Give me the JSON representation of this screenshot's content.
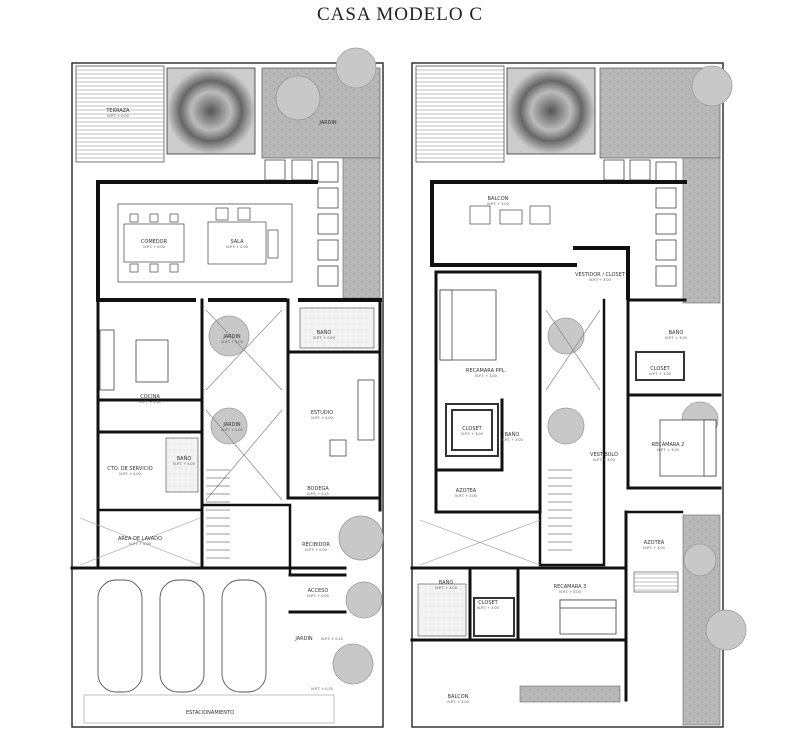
{
  "title": "CASA MODELO C",
  "ground_floor": {
    "rooms": [
      {
        "id": "terraza",
        "name": "TERRAZA",
        "level": "N.P.T. + 0.00"
      },
      {
        "id": "jardin-top",
        "name": "JARDIN",
        "level": ""
      },
      {
        "id": "comedor",
        "name": "COMEDOR",
        "level": "N.P.T. + 0.00"
      },
      {
        "id": "sala",
        "name": "SALA",
        "level": "N.P.T. + 0.00"
      },
      {
        "id": "jardin-1",
        "name": "JARDIN",
        "level": "N.P.T. + 0.00"
      },
      {
        "id": "bano",
        "name": "BAÑO",
        "level": "N.P.T. + 0.00"
      },
      {
        "id": "cocina",
        "name": "COCINA",
        "level": "N.P.T. + 0.00"
      },
      {
        "id": "estudio",
        "name": "ESTUDIO",
        "level": "N.P.T. + 0.00"
      },
      {
        "id": "jardin-2",
        "name": "JARDIN",
        "level": "N.P.T. + 0.00"
      },
      {
        "id": "cto-servicio",
        "name": "CTO. DE SERVICIO",
        "level": "N.P.T. + 0.00"
      },
      {
        "id": "bano-serv",
        "name": "BAÑO",
        "level": "N.P.T. + 0.00"
      },
      {
        "id": "bodega",
        "name": "BODEGA",
        "level": "N.P.T. + 0.15"
      },
      {
        "id": "lavado",
        "name": "AREA DE LAVADO",
        "level": "N.P.T. + 0.00"
      },
      {
        "id": "recibidor",
        "name": "RECIBIDOR",
        "level": "N.P.T. + 0.00"
      },
      {
        "id": "acceso",
        "name": "ACCESO",
        "level": "N.P.T. + 0.00"
      },
      {
        "id": "jardin-3",
        "name": "JARDIN",
        "level": ""
      },
      {
        "id": "npt-side",
        "name": "",
        "level": "N.P.T. + 0.15"
      },
      {
        "id": "npt-bottom",
        "name": "",
        "level": "N.P.T. + 0.15"
      },
      {
        "id": "estacionamiento",
        "name": "ESTACIONAMIENTO",
        "level": ""
      }
    ]
  },
  "upper_floor": {
    "rooms": [
      {
        "id": "balcon-top",
        "name": "BALCON",
        "level": "N.P.T. + 3.00"
      },
      {
        "id": "vestidor",
        "name": "VESTIDOR / CLOSET",
        "level": "N.P.T. + 3.00"
      },
      {
        "id": "bano-2",
        "name": "BAÑO",
        "level": "N.P.T. + 3.00"
      },
      {
        "id": "rec-ppal",
        "name": "RECAMARA PPL.",
        "level": "N.P.T. + 3.00"
      },
      {
        "id": "closet-r2",
        "name": "CLOSET",
        "level": "N.P.T. + 3.00"
      },
      {
        "id": "closet-ppal",
        "name": "CLOSET",
        "level": "N.P.T. + 3.00"
      },
      {
        "id": "bano-ppal",
        "name": "BAÑO",
        "level": "N.P.T. + 3.00"
      },
      {
        "id": "rec-2",
        "name": "RECAMARA 2",
        "level": "N.P.T. + 3.00"
      },
      {
        "id": "vestibulo",
        "name": "VESTIBULO",
        "level": "N.P.T. + 3.00"
      },
      {
        "id": "azotea-1",
        "name": "AZOTEA",
        "level": "N.P.T. + 3.00"
      },
      {
        "id": "azotea-2",
        "name": "AZOTEA",
        "level": "N.P.T. + 3.00"
      },
      {
        "id": "bano-3",
        "name": "BAÑO",
        "level": "N.P.T. + 3.00"
      },
      {
        "id": "closet-3",
        "name": "CLOSET",
        "level": "N.P.T. + 3.00"
      },
      {
        "id": "rec-3",
        "name": "RECAMARA 3",
        "level": "N.P.T. + 3.00"
      },
      {
        "id": "balcon-bottom",
        "name": "BALCON",
        "level": "N.P.T. + 3.00"
      }
    ]
  }
}
